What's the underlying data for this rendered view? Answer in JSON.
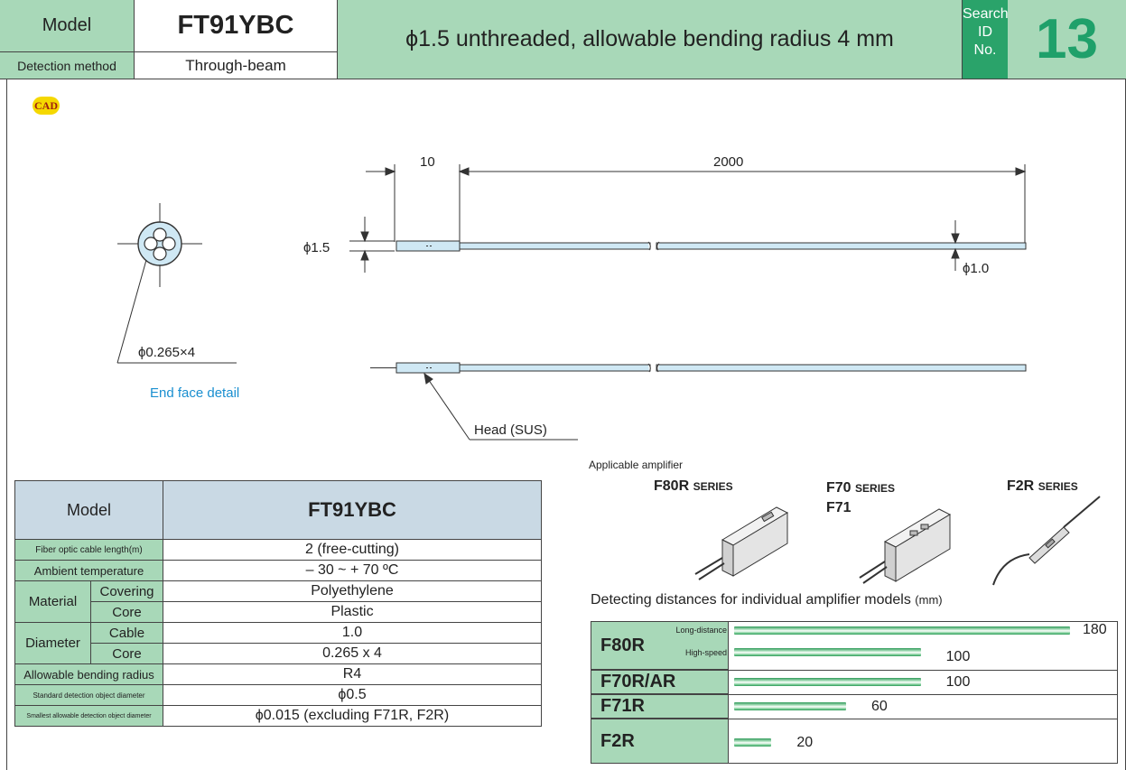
{
  "header": {
    "model_label": "Model",
    "model_value": "FT91YBC",
    "detection_label": "Detection method",
    "detection_value": "Through-beam",
    "description": "ϕ1.5 unthreaded, allowable bending radius 4 mm",
    "search_label_1": "Search",
    "search_label_2": "ID",
    "search_label_3": "No.",
    "search_number": "13"
  },
  "cad_badge": "CAD",
  "drawing": {
    "dim_10": "10",
    "dim_2000": "2000",
    "dim_phi15": "ϕ1.5",
    "dim_phi10": "ϕ1.0",
    "fiber_label": "ϕ0.265×4",
    "end_face_label": "End face detail",
    "head_label": "Head (SUS)"
  },
  "amplifiers": {
    "title": "Applicable amplifier",
    "items": [
      {
        "name": "F80R",
        "suffix": "SERIES"
      },
      {
        "name": "F70",
        "suffix": "SERIES",
        "extra": "F71"
      },
      {
        "name": "F2R",
        "suffix": "SERIES"
      }
    ]
  },
  "spec_table": {
    "model_header": "Model",
    "model_value": "FT91YBC",
    "rows": {
      "fiber_length": {
        "label": "Fiber optic cable length(m)",
        "value": "2 (free-cutting)"
      },
      "ambient": {
        "label": "Ambient temperature",
        "value": "– 30 ~ + 70 ºC"
      },
      "material": {
        "label": "Material",
        "covering_label": "Covering",
        "covering_value": "Polyethylene",
        "core_label": "Core",
        "core_value": "Plastic"
      },
      "diameter": {
        "label": "Diameter",
        "cable_label": "Cable",
        "cable_value": "1.0",
        "core_label": "Core",
        "core_value": "0.265 x 4"
      },
      "bending": {
        "label": "Allowable bending radius",
        "value": "R4"
      },
      "std_object": {
        "label": "Standard detection object diameter",
        "value": "ϕ0.5"
      },
      "small_object": {
        "label": "Smallest allowable detection object diameter",
        "value": "ϕ0.015 (excluding F71R, F2R)"
      }
    }
  },
  "distances": {
    "title": "Detecting distances for individual amplifier models",
    "unit": "(mm)",
    "max": 180,
    "groups": [
      {
        "model": "F80R",
        "bars": [
          {
            "mode": "Long-distance",
            "value": 180
          },
          {
            "mode": "High-speed",
            "value": 100
          }
        ]
      },
      {
        "model": "F70R/AR",
        "bars": [
          {
            "mode": "",
            "value": 100
          }
        ]
      },
      {
        "model": "F71R",
        "bars": [
          {
            "mode": "",
            "value": 60
          }
        ]
      },
      {
        "model": "F2R",
        "bars": [
          {
            "mode": "",
            "value": 20
          }
        ]
      }
    ]
  },
  "colors": {
    "accent_green": "#a8d8b8",
    "search_green": "#2aa36a",
    "table_header_blue": "#c9d9e4",
    "link_blue": "#1a8fd0",
    "cad_yellow": "#f5d800"
  }
}
